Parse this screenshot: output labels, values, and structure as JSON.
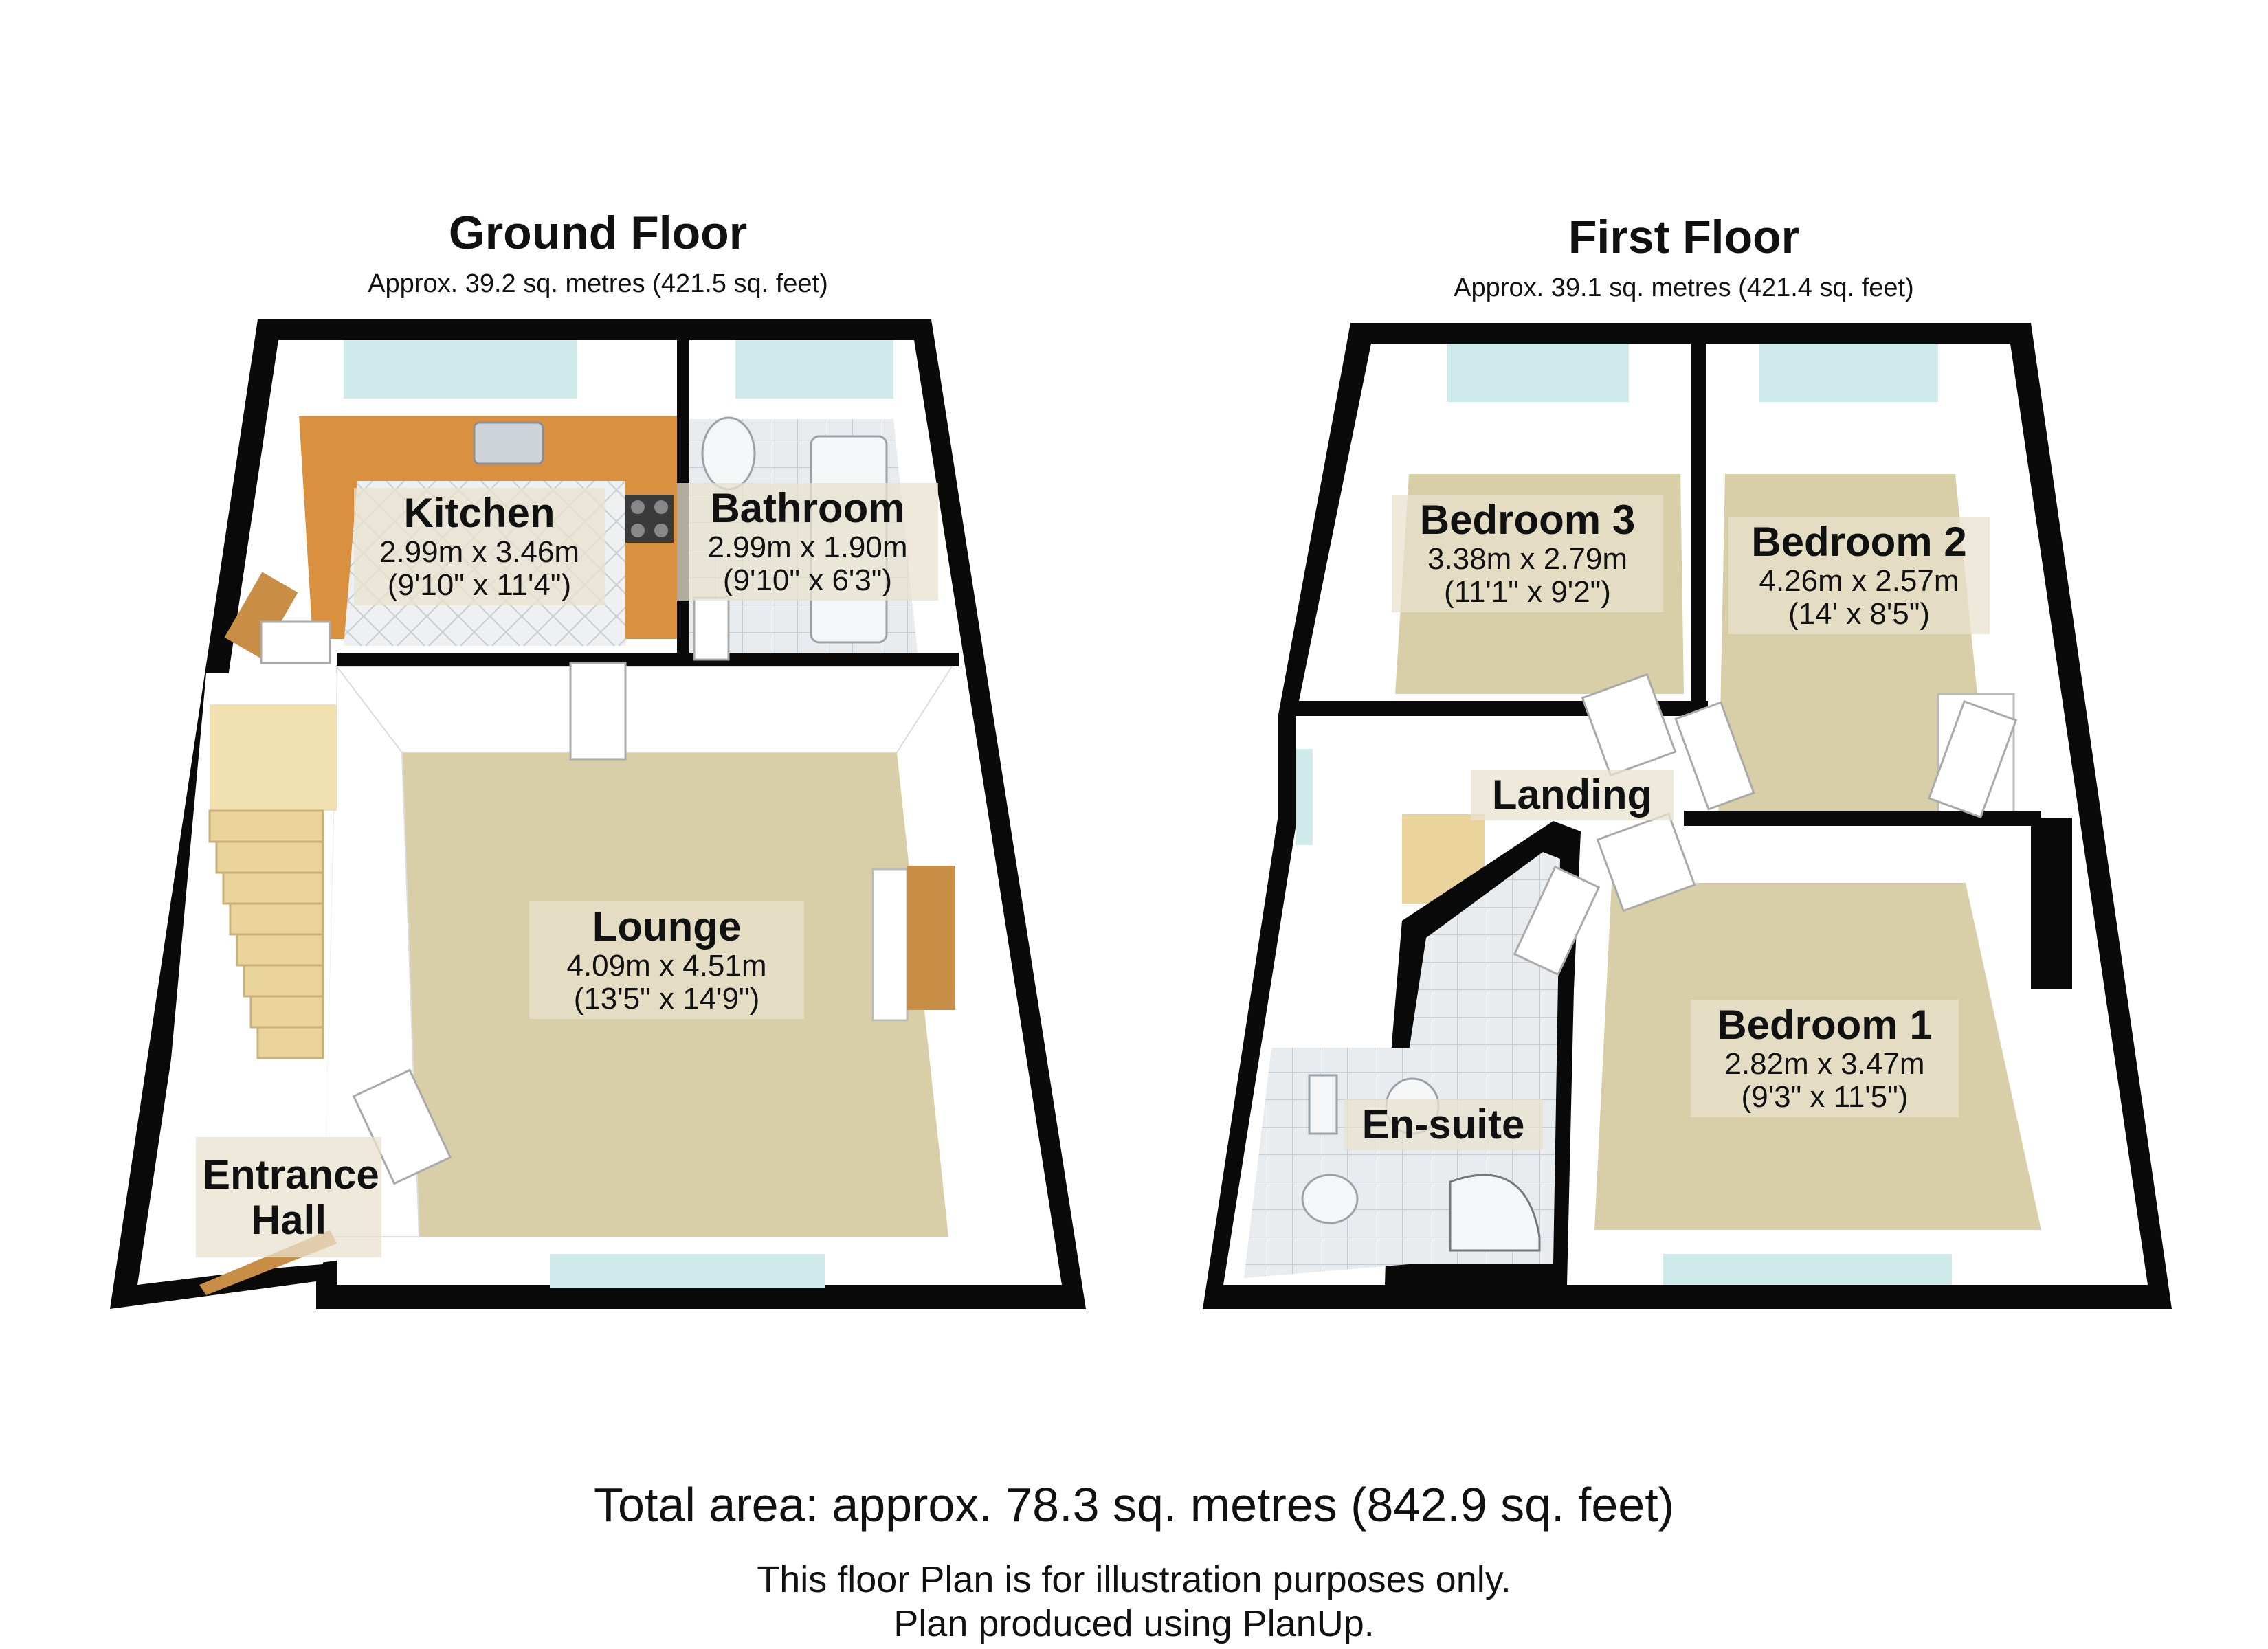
{
  "floors": [
    {
      "title": "Ground Floor",
      "area": "Approx.  39.2 sq. metres (421.5 sq. feet)",
      "rooms": [
        {
          "name": "Kitchen",
          "metric": "2.99m x 3.46m",
          "imperial": "(9'10\" x 11'4\")"
        },
        {
          "name": "Bathroom",
          "metric": "2.99m x 1.90m",
          "imperial": "(9'10\" x 6'3\")"
        },
        {
          "name": "Lounge",
          "metric": "4.09m x 4.51m",
          "imperial": "(13'5\" x 14'9\")"
        },
        {
          "name": "Entrance\nHall"
        }
      ]
    },
    {
      "title": "First Floor",
      "area": "Approx.  39.1 sq. metres (421.4 sq. feet)",
      "rooms": [
        {
          "name": "Bedroom 3",
          "metric": "3.38m x 2.79m",
          "imperial": "(11'1\" x 9'2\")"
        },
        {
          "name": "Bedroom 2",
          "metric": "4.26m x 2.57m",
          "imperial": "(14' x 8'5\")"
        },
        {
          "name": "Landing"
        },
        {
          "name": "Bedroom 1",
          "metric": "2.82m x 3.47m",
          "imperial": "(9'3\" x 11'5\")"
        },
        {
          "name": "En-suite"
        }
      ]
    }
  ],
  "footer": {
    "total": "Total area: approx.  78.3 sq. metres (842.9 sq. feet)",
    "disclaimer": "This floor Plan is for illustration purposes only.",
    "credit": "Plan produced using PlanUp."
  },
  "colors": {
    "wall": "#0a0a0a",
    "carpet": "#d8cfa8",
    "worktop": "#d9913f",
    "tile": "#e4e8ec",
    "window": "#cfeaea",
    "stairs": "#f1e0b0"
  }
}
